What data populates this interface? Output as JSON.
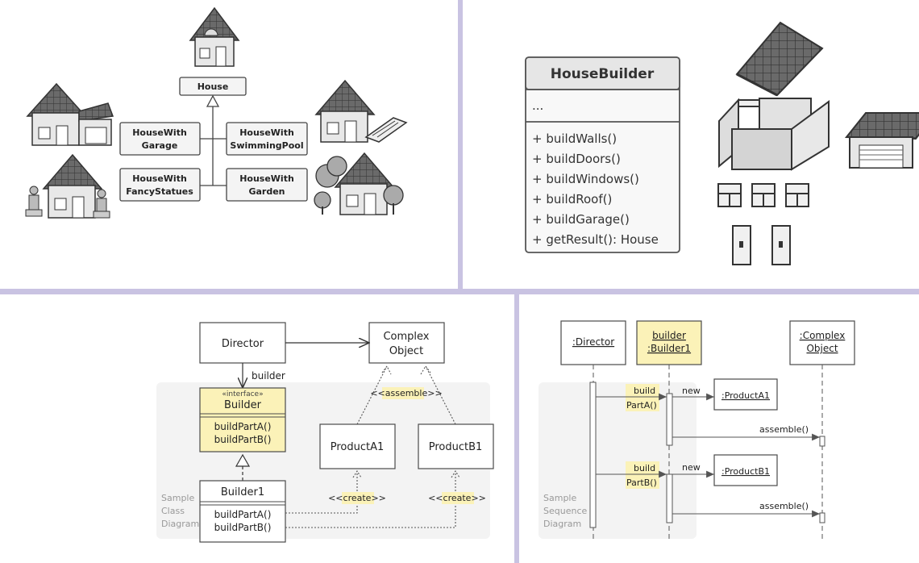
{
  "panel1": {
    "root": "House",
    "subclasses": [
      {
        "line1": "HouseWith",
        "line2": "Garage"
      },
      {
        "line1": "HouseWith",
        "line2": "SwimmingPool"
      },
      {
        "line1": "HouseWith",
        "line2": "FancyStatues"
      },
      {
        "line1": "HouseWith",
        "line2": "Garden"
      }
    ]
  },
  "panel2": {
    "class_name": "HouseBuilder",
    "fields": "...",
    "methods": [
      "+ buildWalls()",
      "+ buildDoors()",
      "+ buildWindows()",
      "+ buildRoof()",
      "+ buildGarage()",
      "+ getResult(): House"
    ]
  },
  "panel3": {
    "director": "Director",
    "builder_label": "builder",
    "complex_line1": "Complex",
    "complex_line2": "Object",
    "assemble": "<<assemble>>",
    "interface_stereotype": "«interface»",
    "builder": "Builder",
    "builder_methods": [
      "buildPartA()",
      "buildPartB()"
    ],
    "builder1": "Builder1",
    "builder1_methods": [
      "buildPartA()",
      "buildPartB()"
    ],
    "productA1": "ProductA1",
    "productB1": "ProductB1",
    "create": "<<create>>",
    "caption": [
      "Sample",
      "Class",
      "Diagram"
    ]
  },
  "panel4": {
    "director": ":Director",
    "builder_line1": "builder",
    "builder_line2": ":Builder1",
    "complex_line1": ":Complex",
    "complex_line2": "Object",
    "build": "build",
    "partA": "PartA()",
    "partB": "PartB()",
    "new": "new",
    "productA1": ":ProductA1",
    "productB1": ":ProductB1",
    "assemble": "assemble()",
    "caption": [
      "Sample",
      "Sequence",
      "Diagram"
    ]
  },
  "colors": {
    "divider": "#c9c3e2",
    "highlight": "#fbf2b8",
    "box_fill": "#f4f4f4",
    "uml_border": "#4a4a4a"
  }
}
